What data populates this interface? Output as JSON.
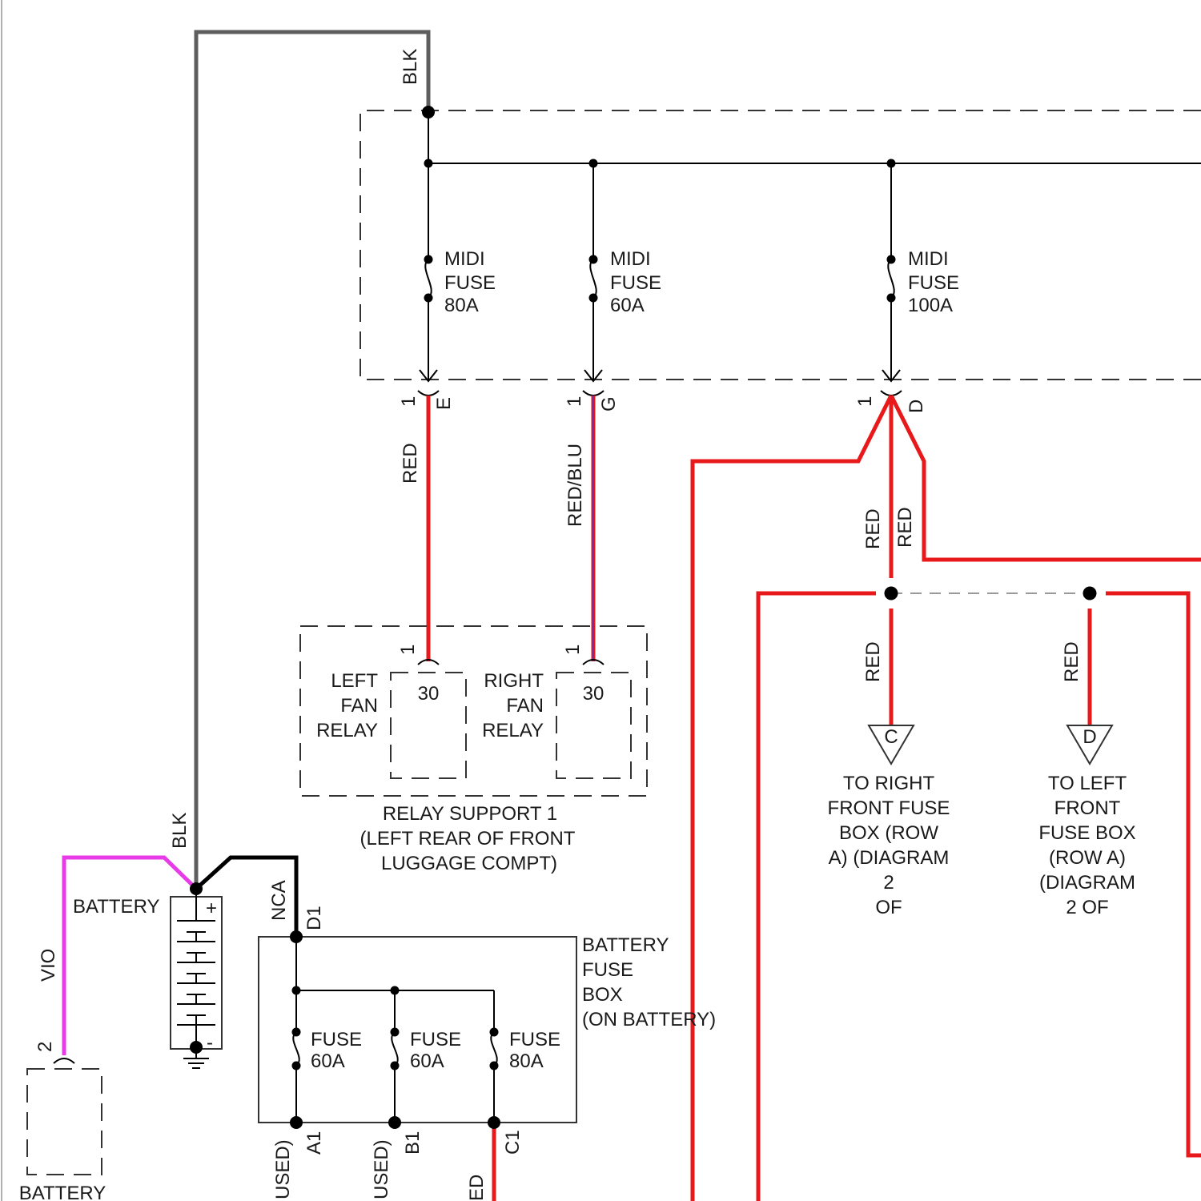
{
  "colors": {
    "red": "#e8191b",
    "violet": "#e83be8",
    "gray_wire": "#5e5e5e",
    "black_wire": "#000000",
    "red_blu_stripe": "#7a2c9a"
  },
  "wires": {
    "blk_top": "BLK",
    "blk_battery": "BLK",
    "vio": "VIO",
    "nca": "NCA",
    "red_e": "RED",
    "red_blu_g": "RED/BLU",
    "red_d_1": "RED",
    "red_d_2": "RED",
    "red_c": "RED",
    "red_dd": "RED",
    "used_a1": "USED)",
    "used_b1": "USED)",
    "ed_c1": "ED"
  },
  "midi_fuses": [
    {
      "line1": "MIDI",
      "line2": "FUSE",
      "rating": "80A",
      "pin": "1",
      "connector": "E"
    },
    {
      "line1": "MIDI",
      "line2": "FUSE",
      "rating": "60A",
      "pin": "1",
      "connector": "G"
    },
    {
      "line1": "MIDI",
      "line2": "FUSE",
      "rating": "100A",
      "pin": "1",
      "connector": "D"
    }
  ],
  "relays": [
    {
      "line1": "LEFT",
      "line2": "FAN",
      "line3": "RELAY",
      "terminal": "30",
      "pin": "1"
    },
    {
      "line1": "RIGHT",
      "line2": "FAN",
      "line3": "RELAY",
      "terminal": "30",
      "pin": "1"
    }
  ],
  "relay_support": {
    "line1": "RELAY SUPPORT 1",
    "line2": "(LEFT REAR OF FRONT",
    "line3": "LUGGAGE COMPT)"
  },
  "battery": {
    "label": "BATTERY",
    "plus": "+",
    "minus": "-",
    "lower_label": "BATTERY",
    "lower_pin": "2"
  },
  "battery_fuse_box": {
    "line1": "BATTERY",
    "line2": "FUSE",
    "line3": "BOX",
    "line4": "(ON BATTERY)",
    "input_pin": "D1",
    "fuses": [
      {
        "line1": "FUSE",
        "rating": "60A",
        "pin": "A1"
      },
      {
        "line1": "FUSE",
        "rating": "60A",
        "pin": "B1"
      },
      {
        "line1": "FUSE",
        "rating": "80A",
        "pin": "C1"
      }
    ]
  },
  "destinations": [
    {
      "letter": "C",
      "lines": [
        "TO RIGHT",
        "FRONT FUSE",
        "BOX (ROW",
        "A) (DIAGRAM",
        "2",
        "OF"
      ]
    },
    {
      "letter": "D",
      "lines": [
        "TO LEFT",
        "FRONT",
        "FUSE BOX",
        "(ROW A)",
        "(DIAGRAM",
        "2 OF"
      ]
    }
  ]
}
